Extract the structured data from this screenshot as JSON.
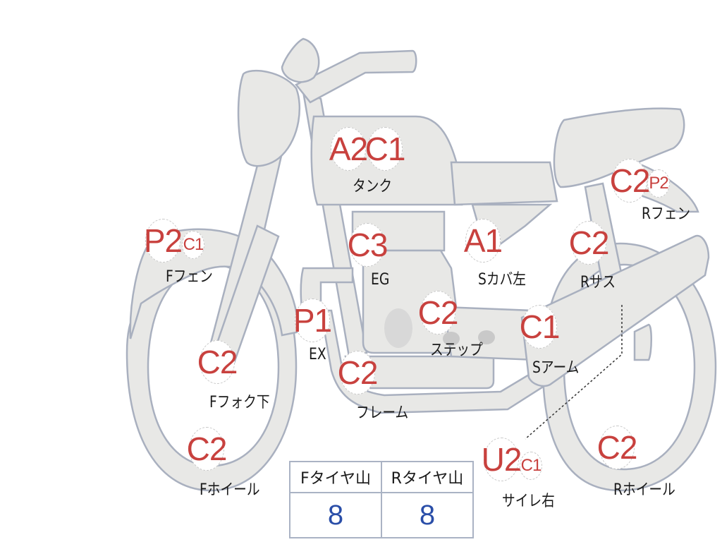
{
  "diagram": {
    "type": "motorcycle-damage-map",
    "colors": {
      "code": "#c8413e",
      "label": "#1a1a1a",
      "tread_value": "#2a4ea8",
      "body": "#e8e8e6",
      "outline": "#a9b0bf"
    }
  },
  "parts": [
    {
      "id": "tank",
      "label": "タンク",
      "codes": [
        "A2",
        "C1"
      ]
    },
    {
      "id": "f-fender",
      "label": "Fフェン",
      "codes": [
        "P2",
        "C1"
      ]
    },
    {
      "id": "engine",
      "label": "EG",
      "codes": [
        "C3"
      ]
    },
    {
      "id": "side-cover-left",
      "label": "Sカバ左",
      "codes": [
        "A1"
      ]
    },
    {
      "id": "r-fender",
      "label": "Rフェン",
      "codes": [
        "C2",
        "P2"
      ]
    },
    {
      "id": "r-suspension",
      "label": "Rサス",
      "codes": [
        "C2"
      ]
    },
    {
      "id": "exhaust",
      "label": "EX",
      "codes": [
        "P1"
      ]
    },
    {
      "id": "step",
      "label": "ステップ",
      "codes": [
        "C2"
      ]
    },
    {
      "id": "swing-arm",
      "label": "Sアーム",
      "codes": [
        "C1"
      ]
    },
    {
      "id": "f-fork-lower",
      "label": "Fフォク下",
      "codes": [
        "C2"
      ]
    },
    {
      "id": "frame",
      "label": "フレーム",
      "codes": [
        "C2"
      ]
    },
    {
      "id": "f-wheel",
      "label": "Fホイール",
      "codes": [
        "C2"
      ]
    },
    {
      "id": "silencer-right",
      "label": "サイレ右",
      "codes": [
        "U2",
        "C1"
      ]
    },
    {
      "id": "r-wheel",
      "label": "Rホイール",
      "codes": [
        "C2"
      ]
    }
  ],
  "tread_table": {
    "headers": [
      "Fタイヤ山",
      "Rタイヤ山"
    ],
    "values": [
      "8",
      "8"
    ]
  }
}
